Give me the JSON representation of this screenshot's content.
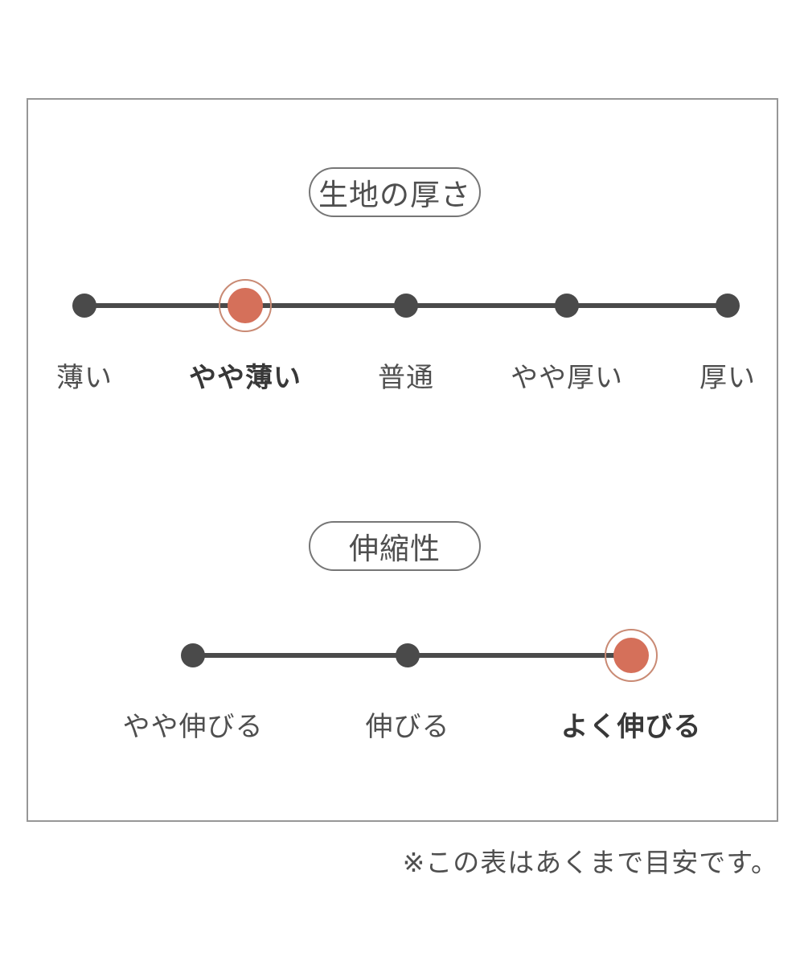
{
  "note": {
    "text": "※この表はあくまで目安です。"
  },
  "colors": {
    "accent": "#d5705a",
    "accent_ring": "#c98a74",
    "track": "#4a4a4a",
    "text": "#4f4f4f",
    "bold_text": "#383838",
    "box_border": "#979797"
  },
  "chart_data": [
    {
      "type": "scale",
      "title": "生地の厚さ",
      "categories": [
        "薄い",
        "やや薄い",
        "普通",
        "やや厚い",
        "厚い"
      ],
      "selected_index": 1,
      "selected_label": "やや薄い",
      "legend_position": "none",
      "grid": false
    },
    {
      "type": "scale",
      "title": "伸縮性",
      "categories": [
        "やや伸びる",
        "伸びる",
        "よく伸びる"
      ],
      "selected_index": 2,
      "selected_label": "よく伸びる",
      "legend_position": "none",
      "grid": false
    }
  ]
}
